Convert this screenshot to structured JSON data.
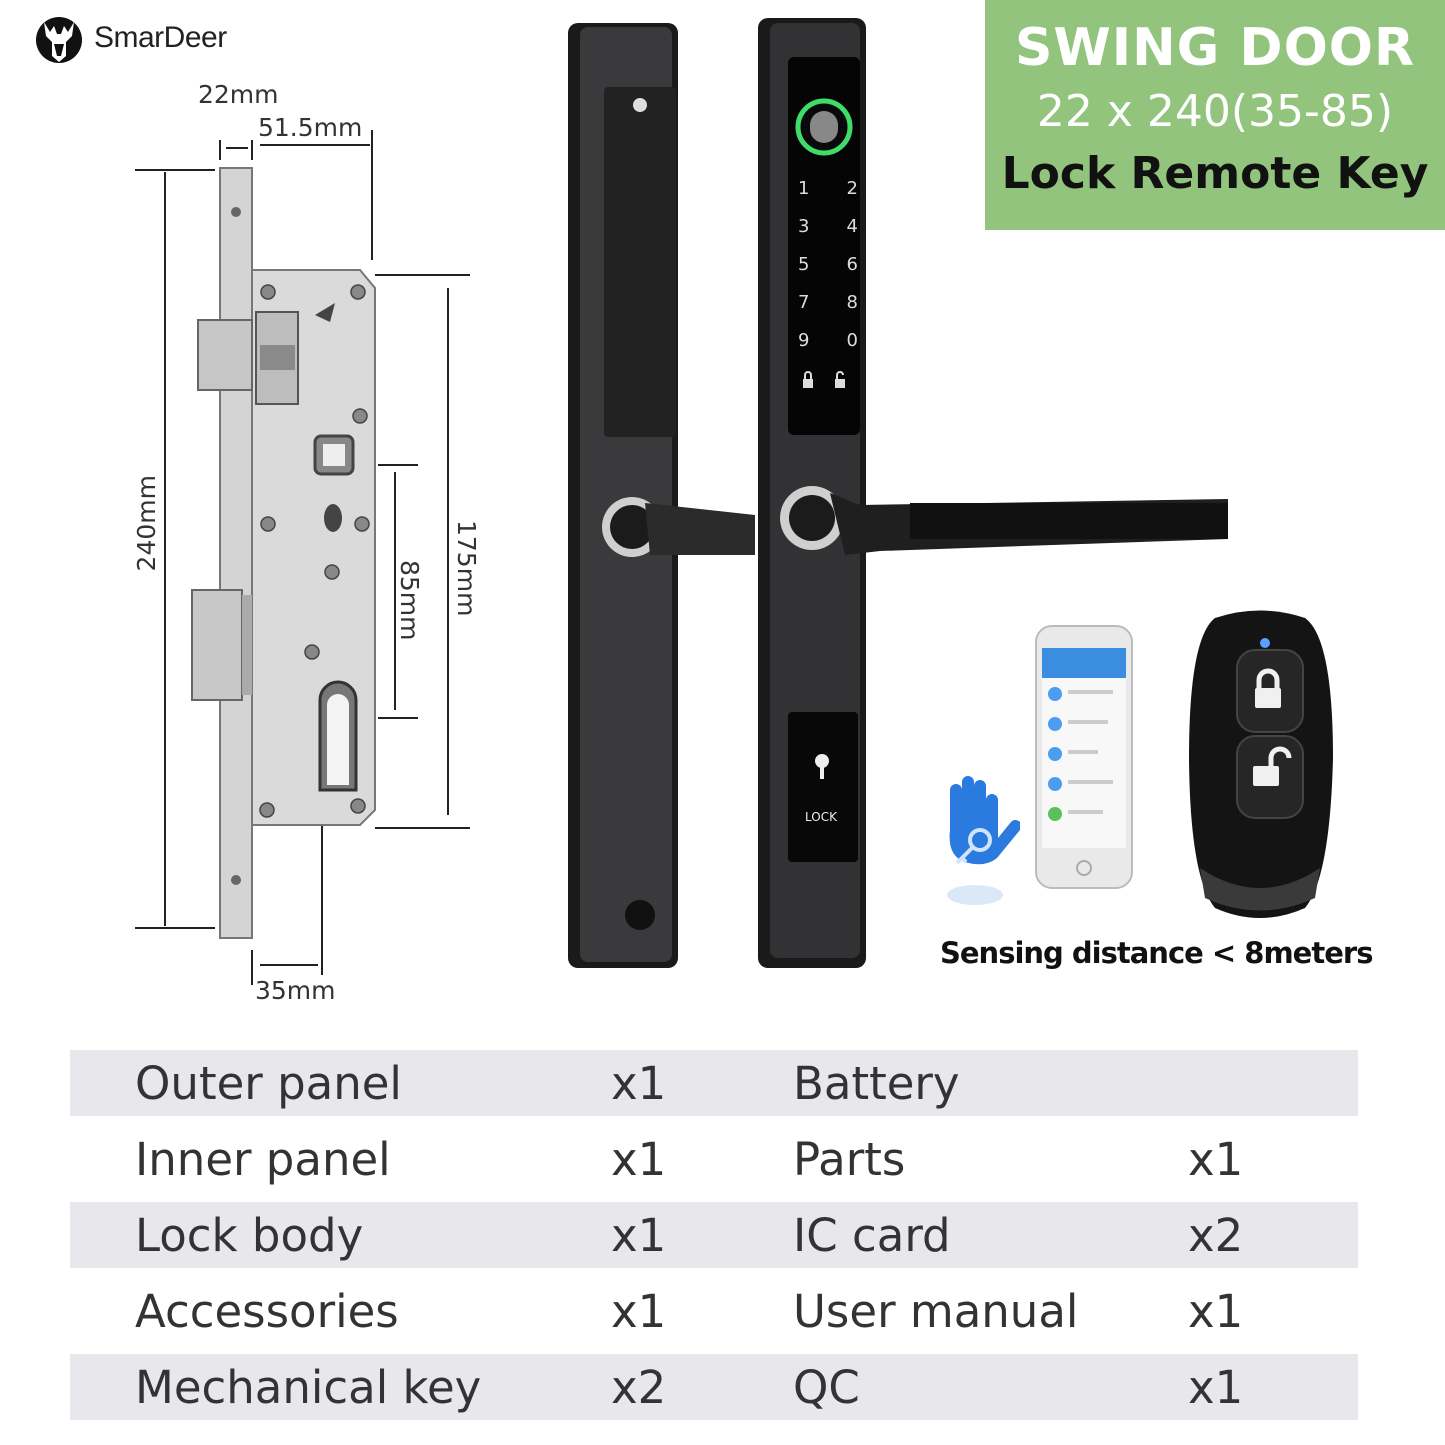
{
  "brand": {
    "name": "SmarDeer",
    "icon": "deer-head-icon"
  },
  "header": {
    "line1": "SWING DOOR",
    "line2": "22 x 240(35-85)",
    "line3": "Lock Remote Key",
    "bg_color": "#93c47d"
  },
  "dimensions": {
    "d22": "22mm",
    "d51": "51.5mm",
    "d240": "240mm",
    "d175": "175mm",
    "d85": "85mm",
    "d35": "35mm"
  },
  "keypad": {
    "keys": [
      "1",
      "2",
      "3",
      "4",
      "5",
      "6",
      "7",
      "8",
      "9",
      "0"
    ],
    "lock_label": "LOCK"
  },
  "sensing": "Sensing distance < 8meters",
  "contents": [
    {
      "item": "Outer panel",
      "qty": "x1",
      "item2": "Battery",
      "qty2": ""
    },
    {
      "item": "Inner panel",
      "qty": "x1",
      "item2": "Parts",
      "qty2": "x1"
    },
    {
      "item": "Lock body",
      "qty": "x1",
      "item2": "IC card",
      "qty2": "x2"
    },
    {
      "item": "Accessories",
      "qty": "x1",
      "item2": "User manual",
      "qty2": "x1"
    },
    {
      "item": "Mechanical key",
      "qty": "x2",
      "item2": "QC",
      "qty2": "x1"
    }
  ]
}
